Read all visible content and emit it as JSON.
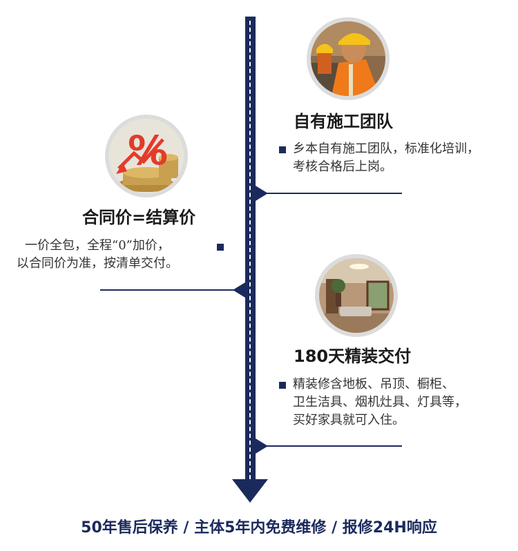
{
  "colors": {
    "navy": "#1b2a5c",
    "photo_border": "#dcdcdc",
    "accent_red": "#e23b2a"
  },
  "items": [
    {
      "title": "自有施工团队",
      "lines": [
        "乡本自有施工团队，标准化培训，",
        "考核合格后上岗。"
      ],
      "icon": "construction-worker-photo"
    },
    {
      "title": "合同价=结算价",
      "lines": [
        "一价全包，全程“0”加价，",
        "以合同价为准，按清单交付。"
      ],
      "icon": "percent-coins-photo"
    },
    {
      "title": "180天精装交付",
      "lines": [
        "精装修含地板、吊顶、橱柜、",
        "卫生洁具、烟机灶具、灯具等，",
        "买好家具就可入住。"
      ],
      "icon": "interior-living-room-photo"
    }
  ],
  "footer": "50年售后保养 / 主体5年内免费维修 / 报修24H响应"
}
